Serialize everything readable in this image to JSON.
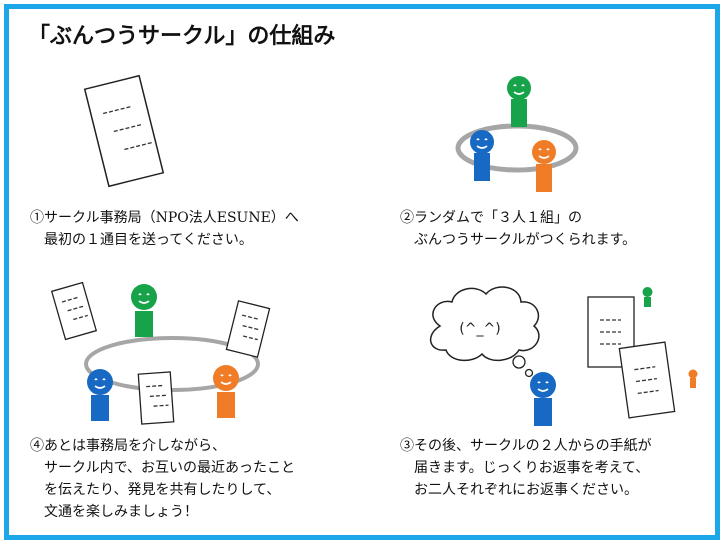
{
  "title": "「ぶんつうサークル」の仕組み",
  "steps": [
    {
      "lines": [
        "①サークル事務局（NPO法人ESUNE）へ",
        "最初の１通目を送ってください。"
      ]
    },
    {
      "lines": [
        "②ランダムで「３人１組」の",
        "ぶんつうサークルがつくられます。"
      ]
    },
    {
      "lines": [
        "④あとは事務局を介しながら、",
        "サークル内で、お互いの最近あったこと",
        "を伝えたり、発見を共有したりして、",
        "文通を楽しみましょう！"
      ]
    },
    {
      "lines": [
        "③その後、サークルの２人からの手紙が",
        "届きます。じっくりお返事を考えて、",
        "お二人それぞれにお返事ください。"
      ]
    }
  ],
  "thought_bubble": "(^_^)",
  "colors": {
    "border": "#1ea7e8",
    "green": "#16a34a",
    "blue": "#1769c4",
    "orange": "#f07c28",
    "ring": "#a6a6a6"
  }
}
